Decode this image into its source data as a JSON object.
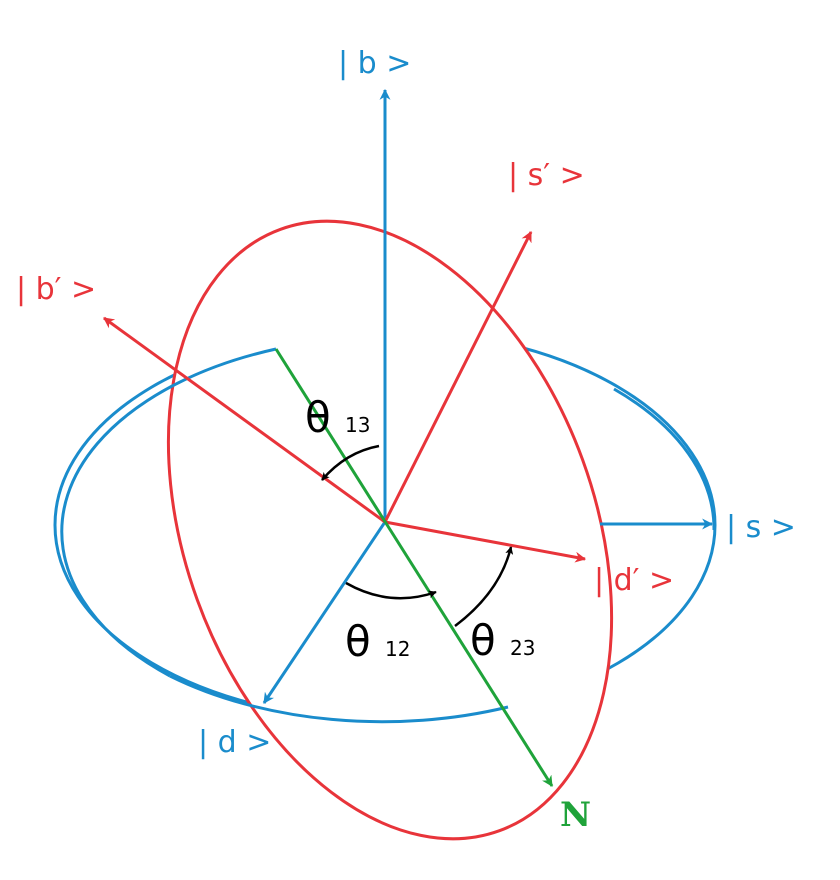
{
  "colors": {
    "blue": "#1a8ccc",
    "red": "#e8343a",
    "green": "#1fa33a",
    "black": "#000000",
    "fill": "#ffffff"
  },
  "labels": {
    "b": "| b >",
    "s": "| s >",
    "d": "| d >",
    "b_prime": "| b′ >",
    "s_prime": "| s′ >",
    "d_prime": "| d′ >",
    "node": "N"
  },
  "angles": {
    "theta13": {
      "symbol": "θ",
      "subscript": "13"
    },
    "theta12": {
      "symbol": "θ",
      "subscript": "12"
    },
    "theta23": {
      "symbol": "θ",
      "subscript": "23"
    }
  }
}
